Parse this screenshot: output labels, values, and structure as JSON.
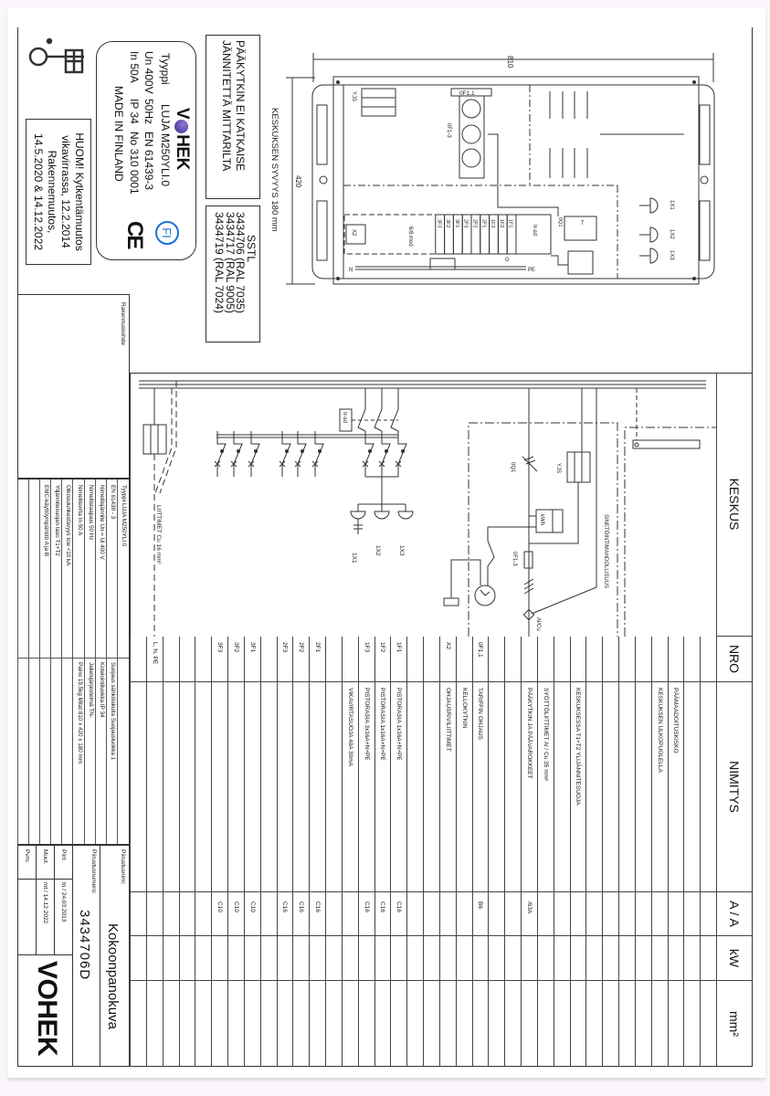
{
  "brand": "VOHEK",
  "colors": {
    "logo_purple": "#4b3aa0",
    "fi_blue": "#1d6fd6",
    "line": "#333333"
  },
  "warning_box": {
    "line1": "PÄÄKYTKIN EI KATKAISE",
    "line2": "JÄNNITETTÄ MITTARILTA"
  },
  "sstl_box": {
    "title": "SSTL",
    "codes": [
      "3434706 (RAL 7035)",
      "3434717 (RAL 9005)",
      "3434719 (RAL 7024)"
    ]
  },
  "type_plate": {
    "type_label": "Tyyppi",
    "type_value": "LUJA M250YLI.0",
    "line1": [
      "Un 400V",
      "50Hz",
      "EN 61439-3"
    ],
    "line2": [
      "In 50A",
      "IP 34",
      "No 310 0001"
    ],
    "made_in": "MADE IN FINLAND",
    "fi_mark": "FI",
    "ce_mark": "CE"
  },
  "note_box": [
    "HUOM! Kytkentämuutos",
    "vikavirrassa, 12.2.2014",
    "Rakennemuutos,",
    "14.5.2020 & 14.12.2022"
  ],
  "rakennuskohde_label": "Rakennuskohde",
  "enclosure": {
    "width_dim": "810",
    "height_dim": "420",
    "depth_label": "KESKUKSEN SYVYYS 180 mm",
    "labels": {
      "of11": "0F1.1",
      "of13": "0F1-3",
      "yjs": "YJS",
      "x2": "X2",
      "mod": "6/8 mod",
      "irsd": "Ir-sd",
      "oq1": "0Q1",
      "t": "T",
      "n": "N",
      "pe": "PE",
      "g": "G",
      "x1": "1X1",
      "x2s": "1X2",
      "x3": "1X3"
    },
    "breakers": [
      "1F1",
      "1F2",
      "1F3",
      "2F1",
      "2F2",
      "2F3",
      "3F1",
      "3F2",
      "3F3"
    ]
  },
  "schematic": {
    "terminals_label": "LIITTIMET Cu 16 mm²",
    "irsd": "Ir-sd",
    "x1": "1X1",
    "x2": "1X2",
    "x3": "1X3",
    "oq1": "0Q1",
    "yjs": "YJS",
    "kwh": "kWh",
    "of13": "0F1-3",
    "alcu": "Al/Cu",
    "sealing": "SINETÖINTIMAHDOLLISUUS"
  },
  "table": {
    "headers": {
      "keskus": "KESKUS",
      "nro": "NRO",
      "nimitys": "NIMITYS",
      "a": "A / A",
      "kw": "kW",
      "mm2": "mm²"
    },
    "rows": [
      {
        "nro": "",
        "name": "",
        "a": ""
      },
      {
        "nro": "",
        "name": "",
        "a": ""
      },
      {
        "nro": "",
        "name": "PÄÄMAADOITUSKISKO",
        "a": ""
      },
      {
        "nro": "",
        "name": "KESKUKSEN ULKOPUOLELLA",
        "a": ""
      },
      {
        "nro": "",
        "name": "",
        "a": ""
      },
      {
        "nro": "",
        "name": "",
        "a": ""
      },
      {
        "nro": "",
        "name": "",
        "a": ""
      },
      {
        "nro": "",
        "name": "",
        "a": ""
      },
      {
        "nro": "",
        "name": "KESKUKSESSA T1+T2 YLIJÄNNITESUOJA",
        "a": ""
      },
      {
        "nro": "",
        "name": "",
        "a": ""
      },
      {
        "nro": "",
        "name": "SYÖTTÖLIITTIMET Al / Cu 35 mm²",
        "a": ""
      },
      {
        "nro": "",
        "name": "PÄÄKYTKIN JA PÄÄVAROKKEET",
        "a": "/63A"
      },
      {
        "nro": "",
        "name": "",
        "a": ""
      },
      {
        "nro": "",
        "name": "",
        "a": ""
      },
      {
        "nro": "0F1,1",
        "name": "TARIFFIN OHJAUS",
        "a": "B6"
      },
      {
        "nro": "",
        "name": "KELLOKYTKIN",
        "a": ""
      },
      {
        "nro": "X2",
        "name": "OHJAUSRIVILIITTIMET",
        "a": ""
      },
      {
        "nro": "",
        "name": "",
        "a": ""
      },
      {
        "nro": "",
        "name": "",
        "a": ""
      },
      {
        "nro": "1F1",
        "name": "PISTORASIA 1x16A+N+PE",
        "a": "C16"
      },
      {
        "nro": "1F2",
        "name": "PISTORASIA 1x16A+N+PE",
        "a": "C16"
      },
      {
        "nro": "1F3",
        "name": "PISTORASIA 3x16A+N+PE",
        "a": "C16"
      },
      {
        "nro": "",
        "name": "VIKAVIRTASUOJA 40A 30mA",
        "a": ""
      },
      {
        "nro": "",
        "name": "",
        "a": ""
      },
      {
        "nro": "2F1",
        "name": "",
        "a": "C16"
      },
      {
        "nro": "2F2",
        "name": "",
        "a": "C16"
      },
      {
        "nro": "2F3",
        "name": "",
        "a": "C16"
      },
      {
        "nro": "",
        "name": "",
        "a": ""
      },
      {
        "nro": "3F1",
        "name": "",
        "a": "C10"
      },
      {
        "nro": "3F2",
        "name": "",
        "a": "C10"
      },
      {
        "nro": "3F3",
        "name": "",
        "a": "C10"
      },
      {
        "nro": "",
        "name": "",
        "a": ""
      },
      {
        "nro": "",
        "name": "",
        "a": ""
      },
      {
        "nro": "",
        "name": "",
        "a": ""
      },
      {
        "nro": "L, N, PE",
        "name": "",
        "a": ""
      },
      {
        "nro": "",
        "name": "",
        "a": ""
      }
    ]
  },
  "specs": {
    "col1": [
      "Tyyppi LUJA M250YLI.0",
      "EN 61439 - 3",
      "Nimellisjännite Un = Ui 400 V",
      "Nimellistaajuus 50 Hz",
      "Nimellisvirta In 50 A",
      "Oikosulunkestävyys Icw <10 kA",
      "Ylijännitesuojan taso T1+T2",
      "EMC-käyttöympäristö A ja B"
    ],
    "col2": [
      "",
      "Suojaus sähköiskulta Suojausluokka 1",
      "Kotelointiluokka IP 34",
      "Jakelujärjestelmä TN-",
      "Paino 19,5kg    Mitat 810 x 420 x 180 mm"
    ]
  },
  "title_block": {
    "name_label": "Piirustusnimi:",
    "name_value": "Kokoonpanokuva",
    "number_label": "Piirustusnumero:",
    "number_value": "3434706D",
    "drawn_label": "Piirt.",
    "drawn_value": "tn / 24.03.2013",
    "modified_label": "Muut.",
    "modified_value": "mt / 14.12.2022",
    "date_label": "Pvm.",
    "date_value": ""
  }
}
